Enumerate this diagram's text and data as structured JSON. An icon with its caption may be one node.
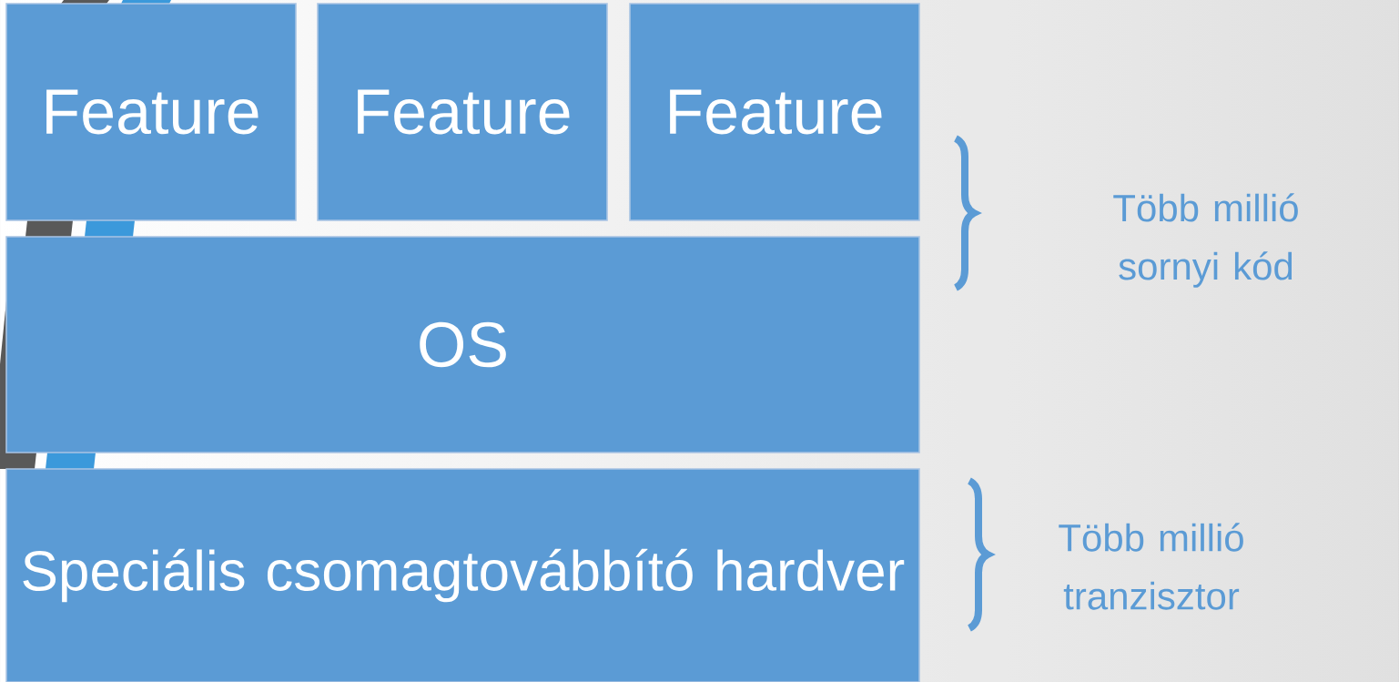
{
  "diagram": {
    "nodes": [
      {
        "text": [
          "Feature"
        ]
      },
      {
        "text": [
          "Feature"
        ]
      },
      {
        "text": [
          "Feature"
        ]
      },
      {
        "text": [
          "OS"
        ]
      },
      {
        "text": [
          "Speciális csomagtovábbító hardver"
        ]
      }
    ],
    "labels": [
      "Több millió sornyi kód",
      "Több millió tranzisztor"
    ]
  }
}
